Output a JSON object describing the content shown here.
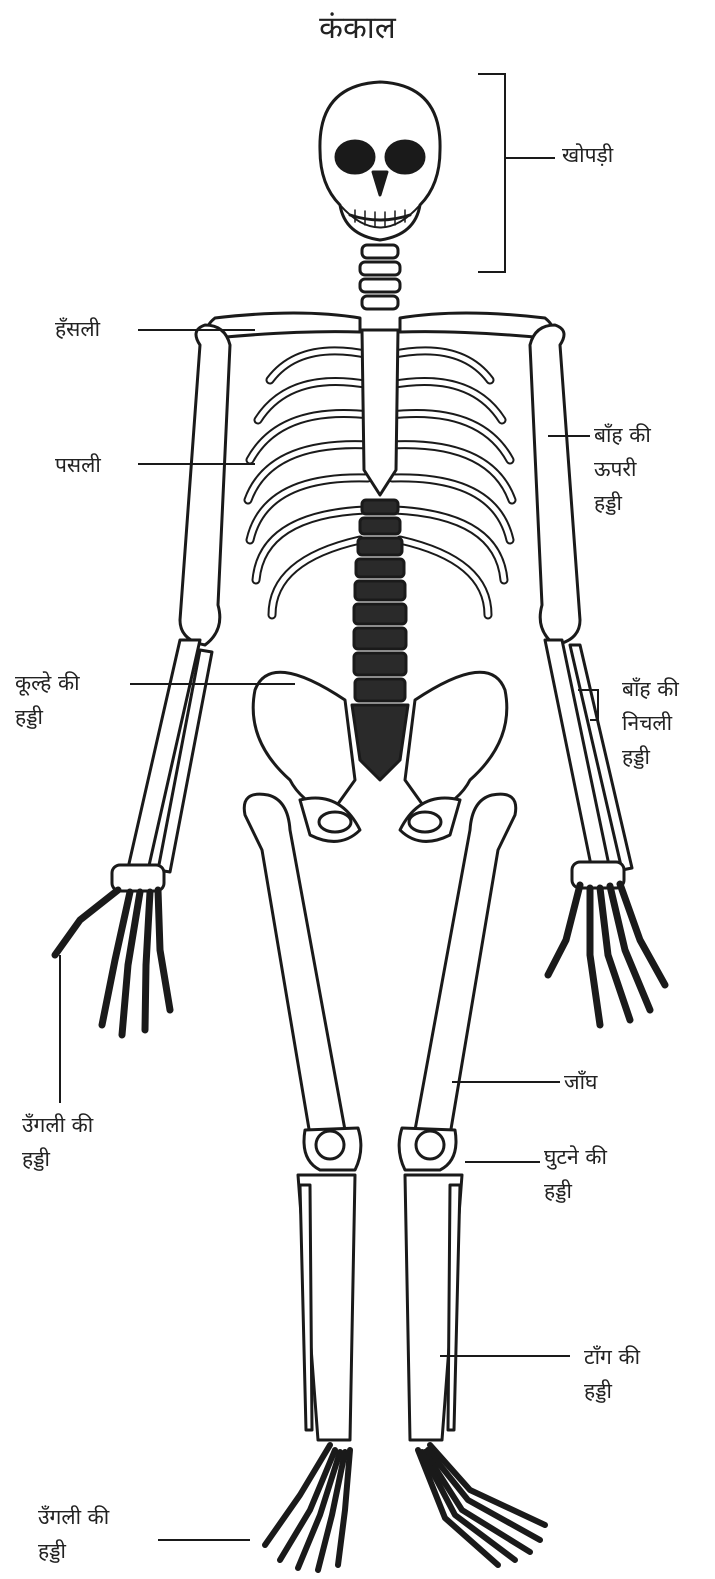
{
  "title": "कंकाल",
  "labels": {
    "skull": "खोपड़ी",
    "collarbone": "हँसली",
    "rib": "पसली",
    "upper_arm": [
      "बाँह की",
      "ऊपरी",
      "हड्डी"
    ],
    "hip": [
      "कूल्हे की",
      "हड्डी"
    ],
    "lower_arm": [
      "बाँह की",
      "निचली",
      "हड्डी"
    ],
    "finger_bone": [
      "उँगली की",
      "हड्डी"
    ],
    "thigh": "जाँघ",
    "knee": [
      "घुटने की",
      "हड्डी"
    ],
    "leg": [
      "टाँग की",
      "हड्डी"
    ],
    "toe_bone": [
      "उँगली की",
      "हड्डी"
    ]
  },
  "colors": {
    "ink": "#1a1a1a",
    "bone": "#ffffff",
    "shade": "#2a2a2a"
  }
}
